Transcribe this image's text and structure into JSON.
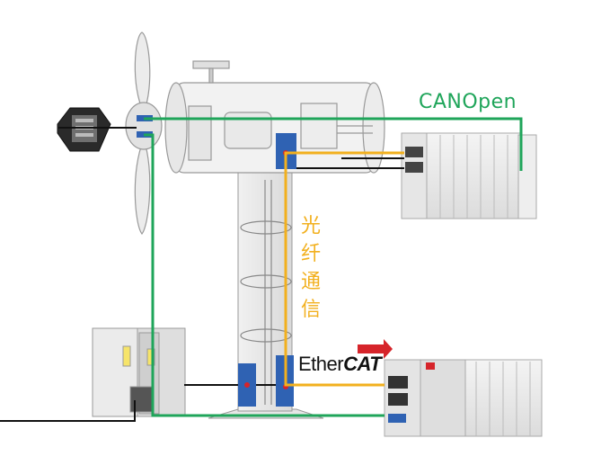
{
  "labels": {
    "canopen": "CANOpen",
    "fiber": [
      "光",
      "纤",
      "通",
      "信"
    ],
    "ethercat_prefix": "Ether",
    "ethercat_suffix": "CAT"
  },
  "colors": {
    "canopen_line": "#1fa55a",
    "fiber_line": "#f2b01e",
    "signal_line": "#111111",
    "node_blue": "#2f62b3",
    "ethercat_arrow": "#d6242a"
  }
}
